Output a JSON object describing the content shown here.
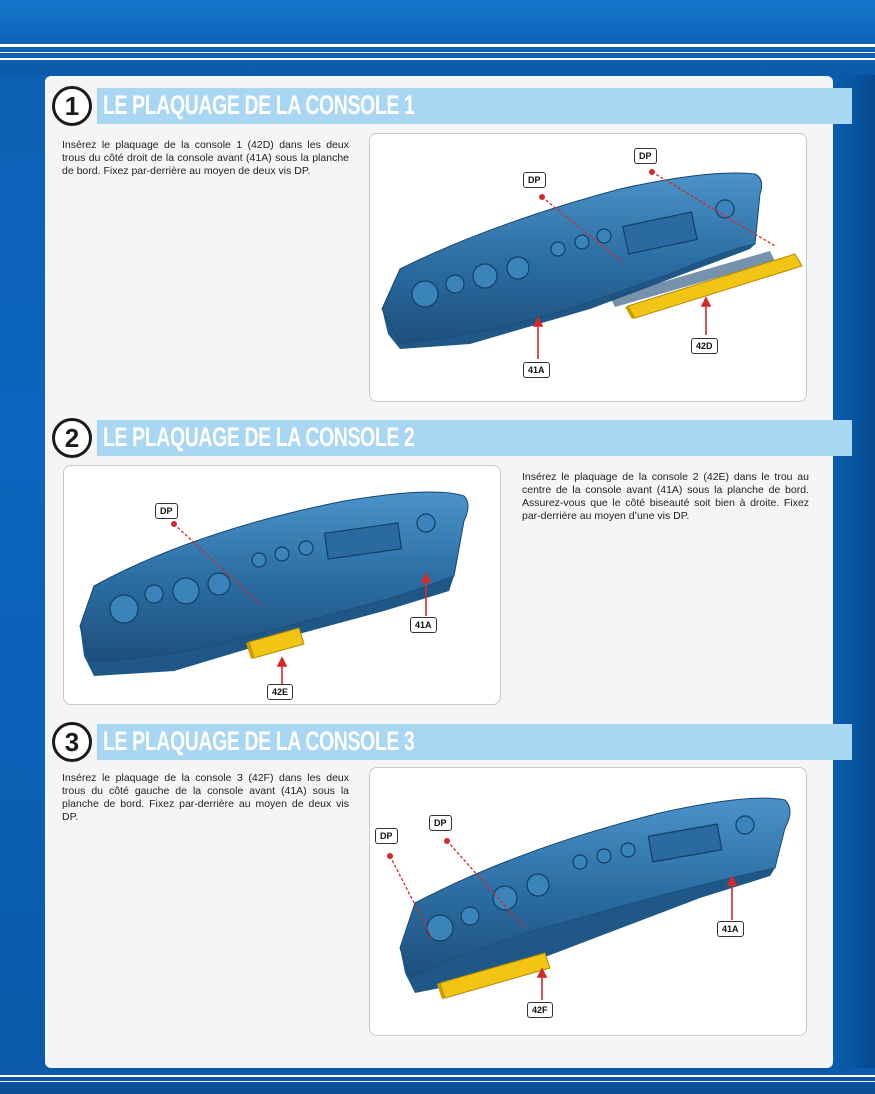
{
  "steps": [
    {
      "number": "1",
      "title": "LE PLAQUAGE DE LA CONSOLE 1",
      "description": "Insérez le plaquage de la console 1 (42D) dans les deux trous du côté droit de la console avant (41A) sous la planche de bord. Fixez par-derrière au moyen de deux vis DP.",
      "callouts": [
        "DP",
        "DP",
        "41A",
        "42D"
      ]
    },
    {
      "number": "2",
      "title": "LE PLAQUAGE DE LA CONSOLE 2",
      "description": "Insérez le plaquage de la console 2 (42E) dans le trou au centre de la console avant (41A) sous la planche de bord. Assurez-vous que le côté biseauté soit bien à droite. Fixez par-derrière au moyen d’une vis DP.",
      "callouts": [
        "DP",
        "41A",
        "42E"
      ]
    },
    {
      "number": "3",
      "title": "LE PLAQUAGE DE LA CONSOLE 3",
      "description": "Insérez le plaquage de la console 3 (42F) dans les deux trous du côté gauche de la console avant (41A) sous la planche de bord. Fixez par-derrière au moyen de deux vis DP.",
      "callouts": [
        "DP",
        "DP",
        "41A",
        "42F"
      ]
    }
  ],
  "colors": {
    "background_blue": "#0a66bf",
    "title_bar": "#a9d6f2",
    "dashboard_blue": "#2f7fb8",
    "part_yellow": "#f2c414",
    "arrow_red": "#d42a2a"
  }
}
